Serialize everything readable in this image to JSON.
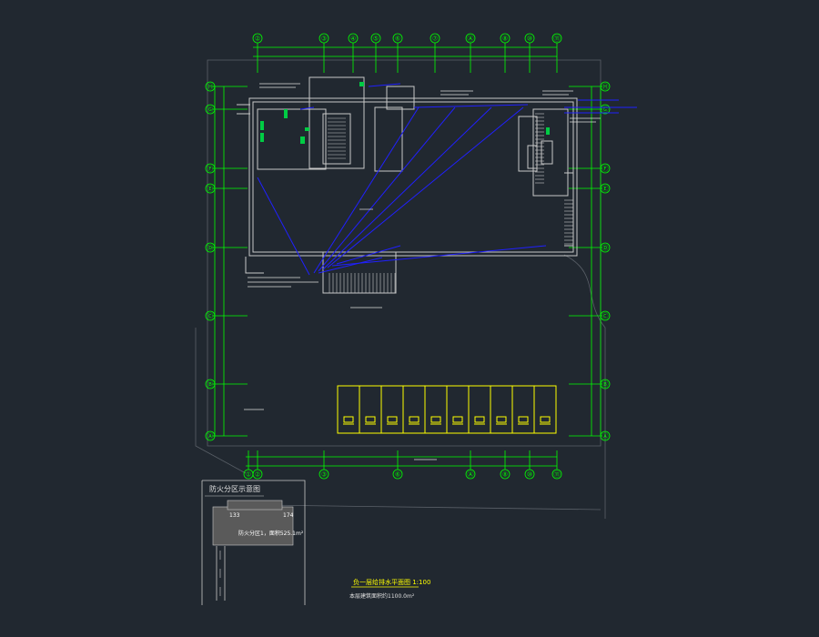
{
  "drawing": {
    "background": "#212830",
    "colors": {
      "grid": "#00ff00",
      "wall": "#c8c8c8",
      "pipe": "#2020ff",
      "parking": "#ffff00",
      "text": "#e0e0e0"
    },
    "top_axis_labels": [
      "②",
      "③",
      "④",
      "⑤",
      "⑥",
      "⑦",
      "Ⓐ",
      "⑧",
      "⑩",
      "⑪"
    ],
    "bottom_axis_labels": [
      "①",
      "②",
      "③",
      "⑥",
      "Ⓐ",
      "⑧",
      "⑩",
      "⑪"
    ],
    "left_axis_labels": [
      "Ⓗ",
      "Ⓖ",
      "Ⓕ",
      "Ⓔ",
      "Ⓓ",
      "Ⓒ",
      "Ⓑ",
      "Ⓐ"
    ],
    "right_axis_labels": [
      "Ⓗ",
      "Ⓖ",
      "Ⓕ",
      "Ⓔ",
      "Ⓓ",
      "Ⓒ",
      "Ⓑ",
      "Ⓐ"
    ],
    "parking_spaces": 10,
    "inset_title": "防火分区示意图",
    "inset_label_left": "133",
    "inset_label_right": "174",
    "inset_text_line1": "防火分区1，面积525.1m²",
    "main_title": "负一层给排水平面图 1:100",
    "main_subtitle": "本层建筑面积约1100.0m²"
  }
}
